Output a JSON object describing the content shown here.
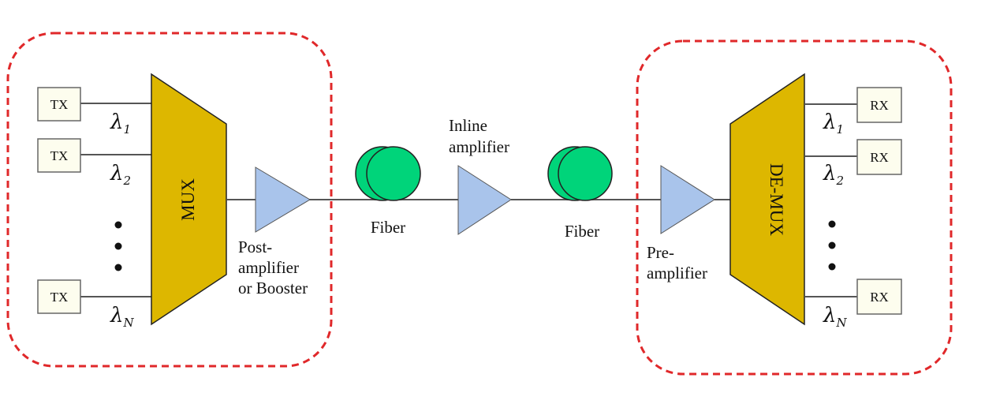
{
  "transmitter": {
    "tx_labels": [
      "TX",
      "TX",
      "TX"
    ],
    "lambdas": [
      {
        "symbol": "λ",
        "sub": "1"
      },
      {
        "symbol": "λ",
        "sub": "2"
      },
      {
        "symbol": "λ",
        "sub": "N"
      }
    ],
    "mux_label": "MUX",
    "booster_label_lines": [
      "Post-",
      "amplifier",
      "or Booster"
    ]
  },
  "link": {
    "fiber1_label": "Fiber",
    "inline_label_lines": [
      "Inline",
      "amplifier"
    ],
    "fiber2_label": "Fiber"
  },
  "receiver": {
    "preamp_label_lines": [
      "Pre-",
      "amplifier"
    ],
    "demux_label": "DE-MUX",
    "rx_labels": [
      "RX",
      "RX",
      "RX"
    ],
    "lambdas": [
      {
        "symbol": "λ",
        "sub": "1"
      },
      {
        "symbol": "λ",
        "sub": "2"
      },
      {
        "symbol": "λ",
        "sub": "N"
      }
    ]
  },
  "colors": {
    "mux": "#DDB700",
    "amplifier": "#A9C4EB",
    "fiber": "#00D47A",
    "dashed_border": "#E0282A",
    "box_fill": "#FDFDEE"
  }
}
